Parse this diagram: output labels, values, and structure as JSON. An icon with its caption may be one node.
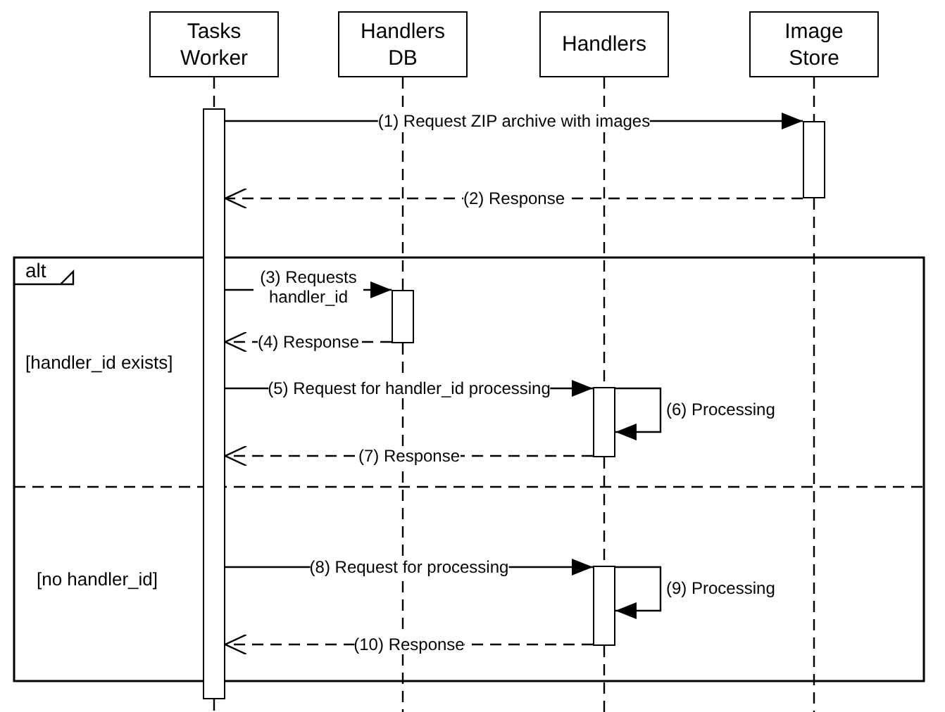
{
  "diagram": {
    "nodes": [
      {
        "text": [
          "Tasks Worker"
        ]
      },
      {
        "text": [
          "Handlers DB"
        ]
      },
      {
        "text": [
          "Handlers"
        ]
      },
      {
        "text": [
          "Image Store"
        ]
      },
      {
        "text": [],
        "shape": "bar"
      },
      {
        "text": [],
        "shape": "bar"
      },
      {
        "text": [],
        "shape": "bar"
      },
      {
        "text": [],
        "shape": "bar"
      },
      {
        "text": [],
        "shape": "bar"
      }
    ],
    "edges": [
      {
        "from": 4,
        "to": 5,
        "arrow": "to",
        "label": "(1) Request ZIP archive with images"
      },
      {
        "from": 5,
        "to": 4,
        "arrow": "to",
        "label": "(2) Response",
        "style": "dashed"
      },
      {
        "from": 4,
        "to": 6,
        "arrow": "to",
        "label": "(3) Requests handler_id"
      },
      {
        "from": 6,
        "to": 4,
        "arrow": "to",
        "label": "(4) Response",
        "style": "dashed"
      },
      {
        "from": 4,
        "to": 7,
        "arrow": "to",
        "label": "(5) Request for handler_id processing"
      },
      {
        "from": 7,
        "to": 7,
        "arrow": "to",
        "label": "(6) Processing"
      },
      {
        "from": 7,
        "to": 4,
        "arrow": "to",
        "label": "(7) Response",
        "style": "dashed"
      },
      {
        "from": 4,
        "to": 8,
        "arrow": "to",
        "label": "(8) Request for processing"
      },
      {
        "from": 8,
        "to": 8,
        "arrow": "to",
        "label": "(9) Processing"
      },
      {
        "from": 8,
        "to": 4,
        "arrow": "to",
        "label": "(10) Response",
        "style": "dashed"
      },
      {
        "from": 0,
        "to": 4,
        "arrow": "none",
        "style": "dashed"
      },
      {
        "from": 4,
        "to": null,
        "arrow": "none",
        "style": "dashed"
      },
      {
        "from": 1,
        "to": 6,
        "arrow": "none",
        "style": "dashed"
      },
      {
        "from": 6,
        "to": null,
        "arrow": "none",
        "style": "dashed"
      },
      {
        "from": 2,
        "to": 7,
        "arrow": "none",
        "style": "dashed"
      },
      {
        "from": 7,
        "to": 8,
        "arrow": "none",
        "style": "dashed"
      },
      {
        "from": 8,
        "to": null,
        "arrow": "none",
        "style": "dashed"
      },
      {
        "from": 3,
        "to": 5,
        "arrow": "none",
        "style": "dashed"
      },
      {
        "from": 5,
        "to": null,
        "arrow": "none",
        "style": "dashed"
      }
    ],
    "labels": [
      "alt",
      "[handler_id exists]",
      "[no handler_id]"
    ]
  }
}
